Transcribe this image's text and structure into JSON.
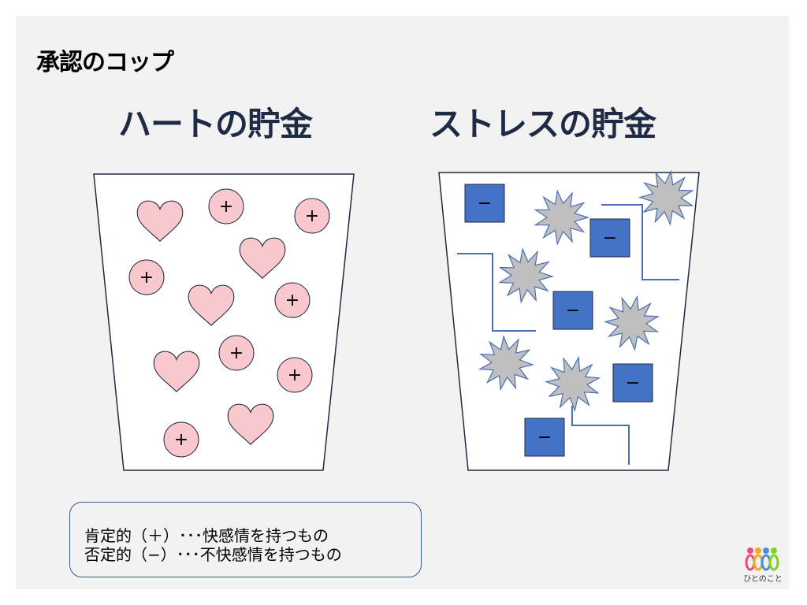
{
  "page": {
    "title": "承認のコップ"
  },
  "cups": {
    "heart": {
      "title": "ハートの貯金",
      "plus_symbol": "+",
      "heart_color": "#f9c8cd",
      "plus_fill": "#f9c8cd"
    },
    "stress": {
      "title": "ストレスの貯金",
      "minus_symbol": "−",
      "square_color": "#4472c4",
      "burst_color": "#bfbfbf"
    }
  },
  "legend": {
    "line1": "肯定的（＋）･･･快感情を持つもの",
    "line2": "否定的（−）･･･不快感情を持つもの"
  },
  "logo": {
    "text": "ひとのこと",
    "colors": [
      "#e94e77",
      "#f5a623",
      "#4a90d9",
      "#7ed321"
    ]
  },
  "colors": {
    "outline": "#1f2a44",
    "stress_line": "#4a6fb5",
    "slide_bg": "#f2f2f2"
  }
}
